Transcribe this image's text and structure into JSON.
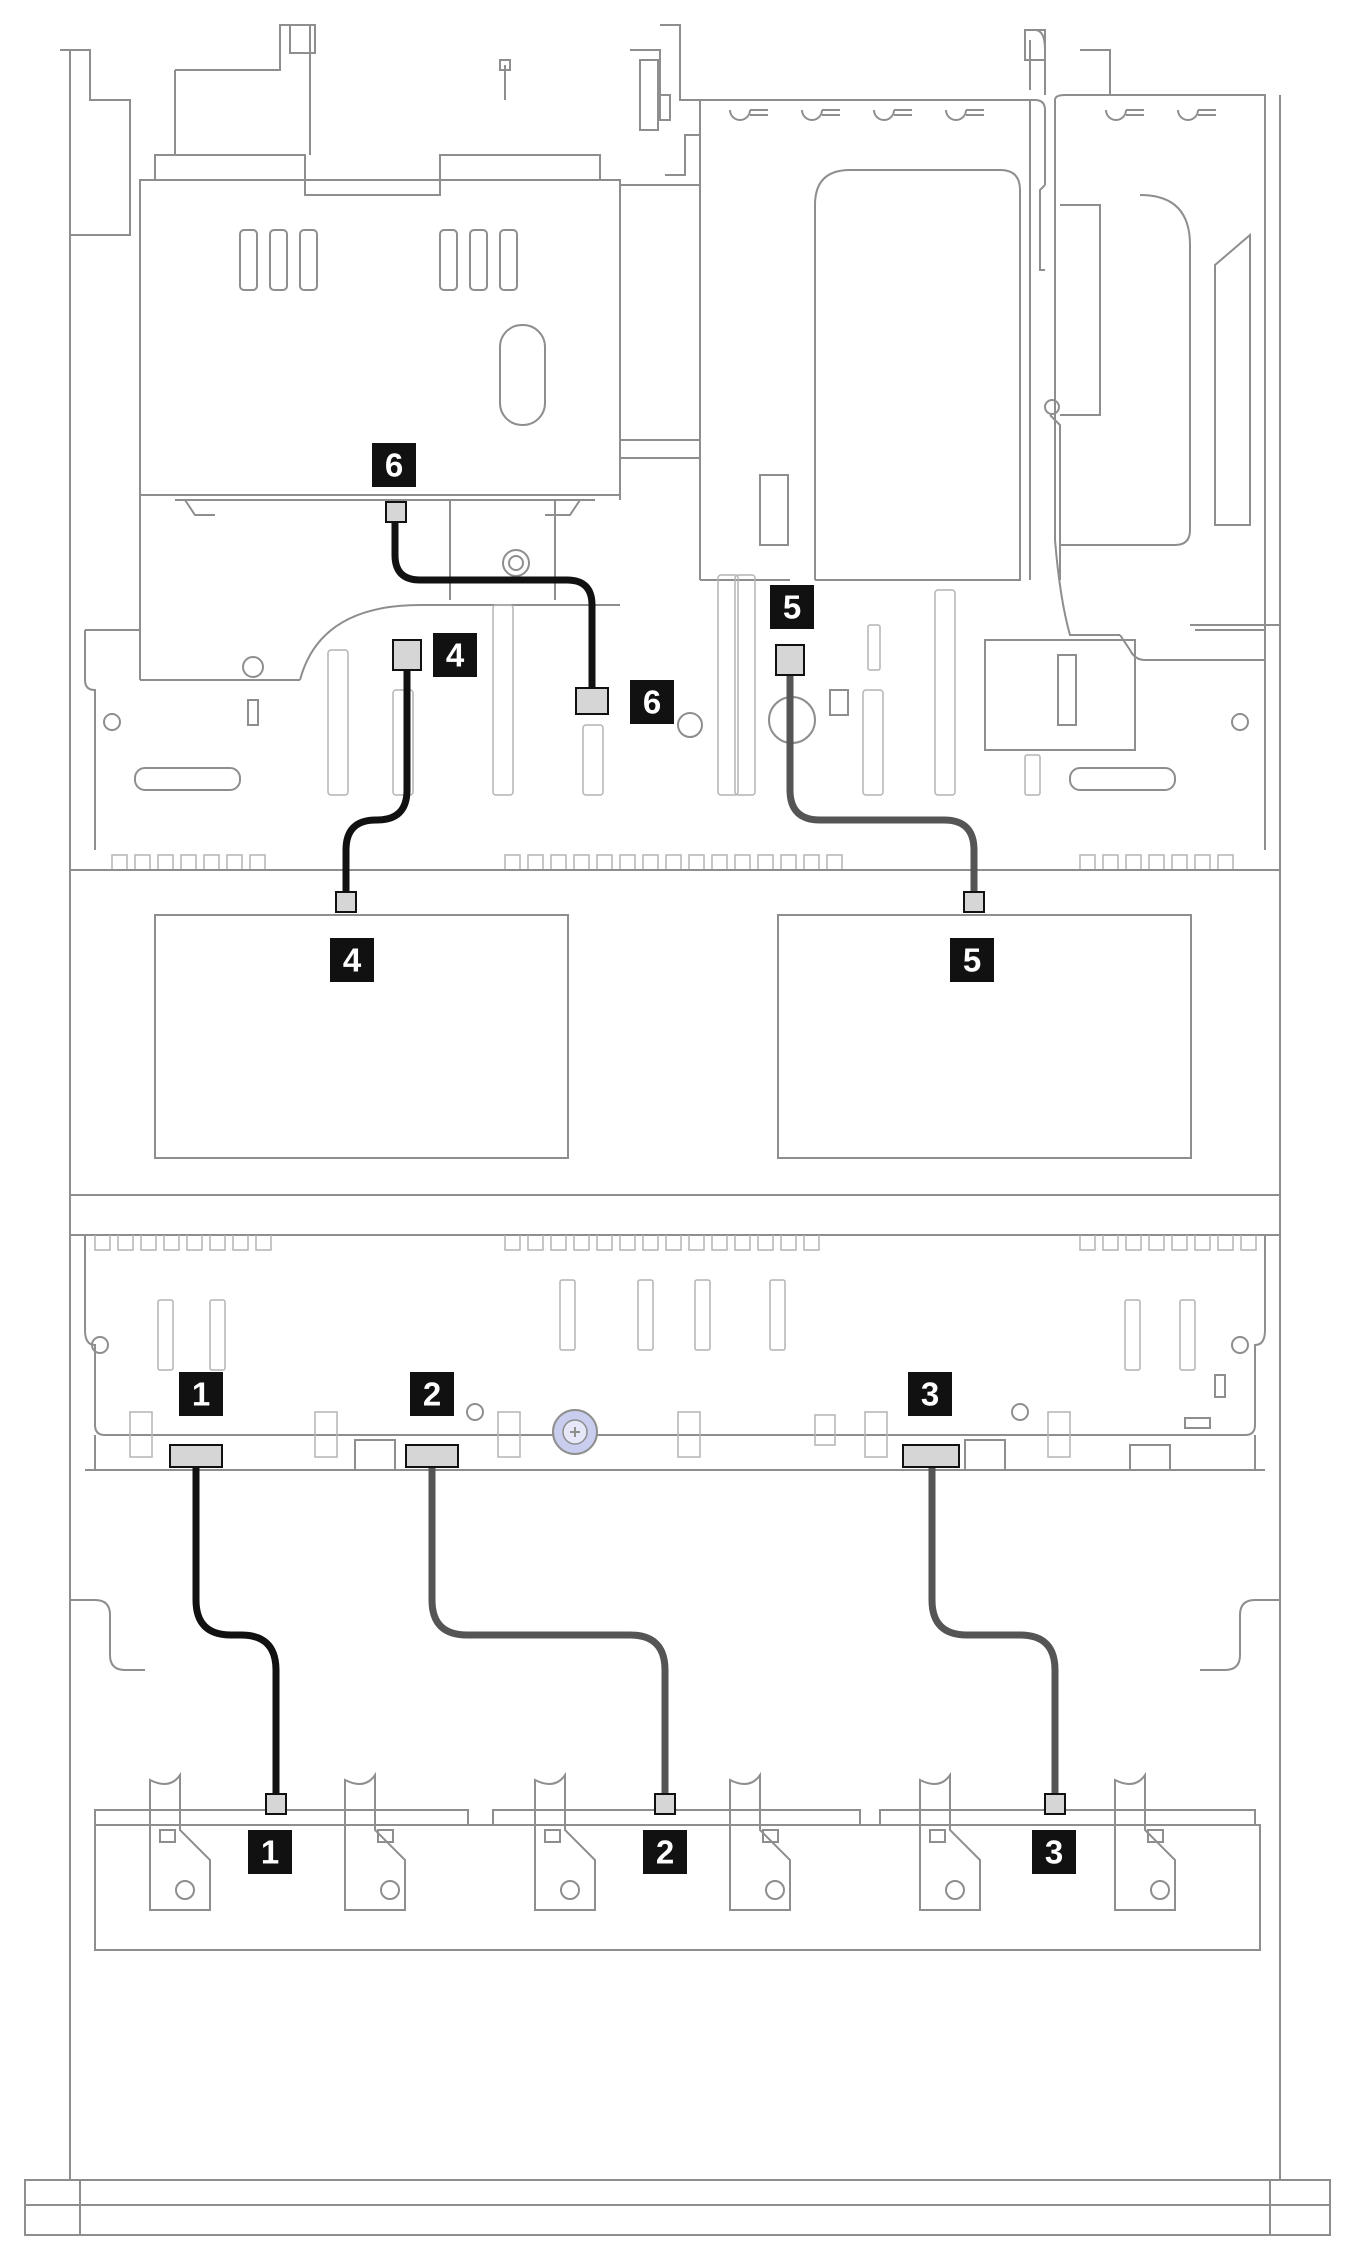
{
  "colors": {
    "outline": "#8e8e8e",
    "cable_dark": "#111111",
    "cable_gray": "#555555",
    "connector_fill": "#d6d6d6",
    "badge": "#111111",
    "badge_text": "#ffffff"
  },
  "callouts": [
    {
      "id": "1",
      "label": "1"
    },
    {
      "id": "2",
      "label": "2"
    },
    {
      "id": "3",
      "label": "3"
    },
    {
      "id": "4",
      "label": "4"
    },
    {
      "id": "5",
      "label": "5"
    },
    {
      "id": "6",
      "label": "6"
    }
  ]
}
